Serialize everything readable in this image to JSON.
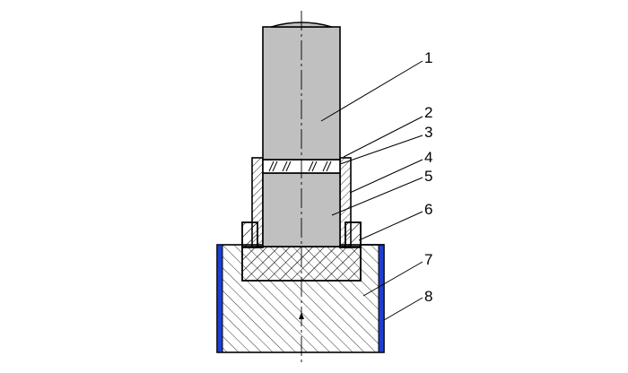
{
  "callouts": [
    {
      "id": "1",
      "label": "1"
    },
    {
      "id": "2",
      "label": "2"
    },
    {
      "id": "3",
      "label": "3"
    },
    {
      "id": "4",
      "label": "4"
    },
    {
      "id": "5",
      "label": "5"
    },
    {
      "id": "6",
      "label": "6"
    },
    {
      "id": "7",
      "label": "7"
    },
    {
      "id": "8",
      "label": "8"
    }
  ],
  "colors": {
    "punch_fill": "#c0c0c0",
    "outline": "#000000",
    "band": "#1f3fd0",
    "background": "#ffffff"
  }
}
